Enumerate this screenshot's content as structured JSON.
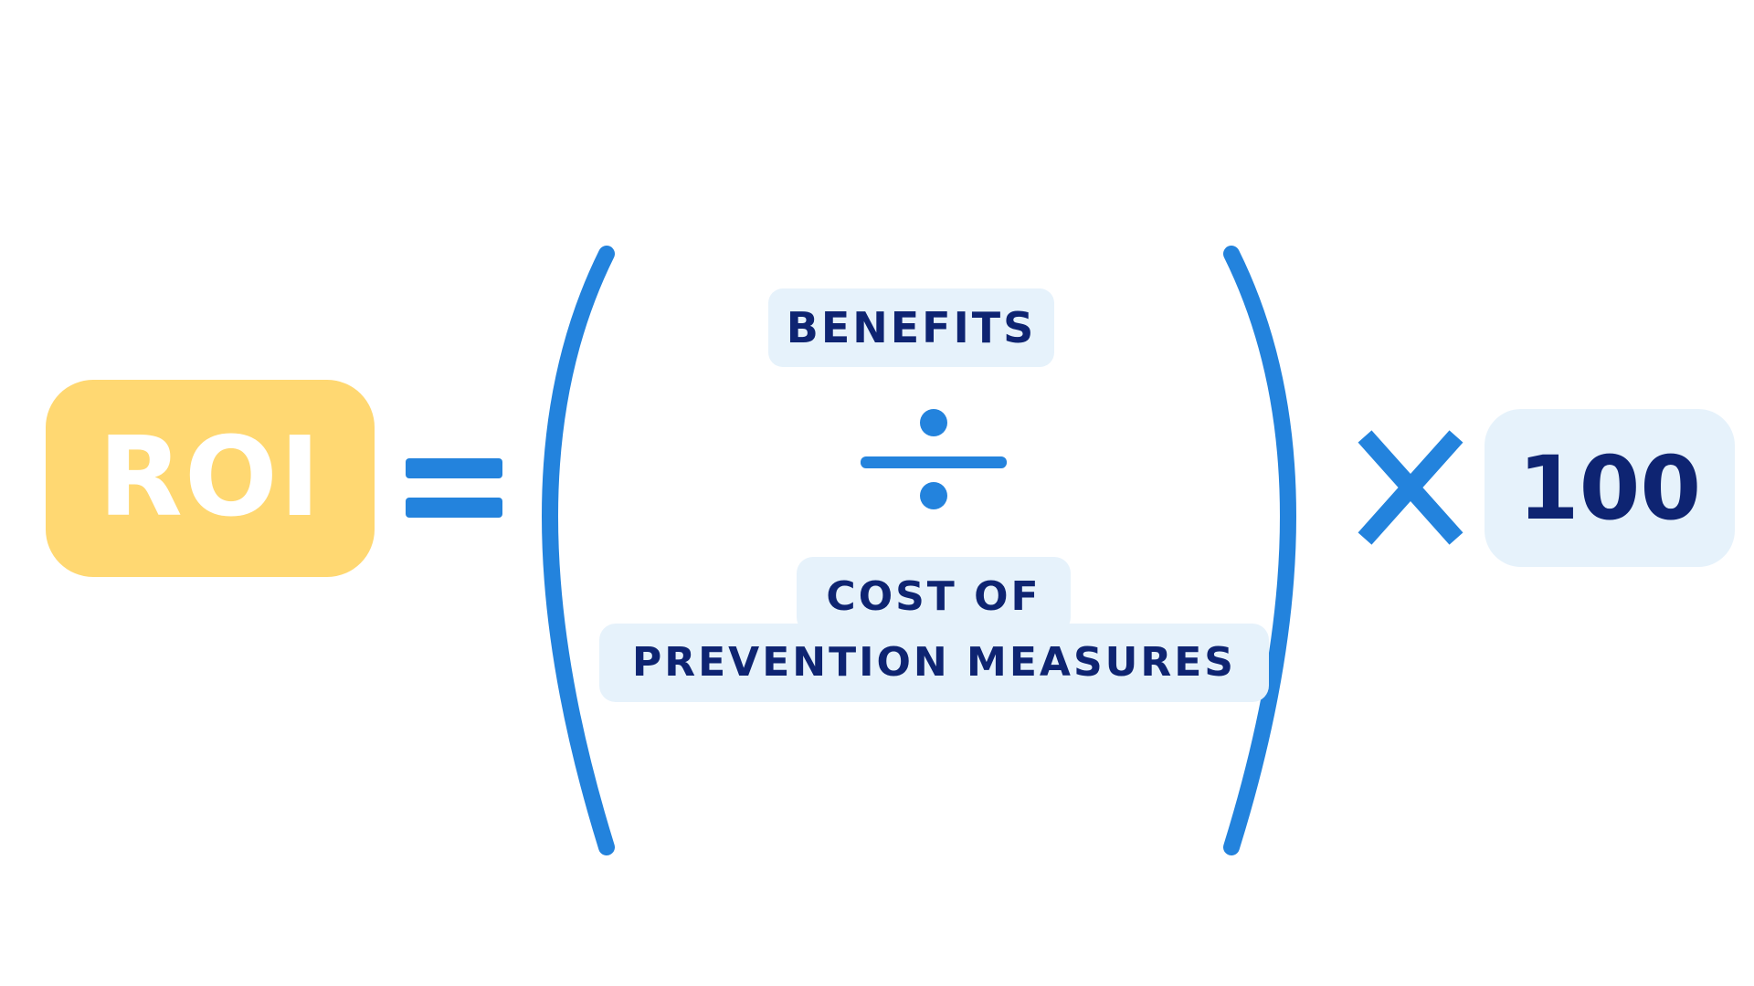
{
  "formula": {
    "lhs": "ROI",
    "numerator": "BENEFITS",
    "denominator_line1": "COST OF",
    "denominator_line2": "PREVENTION MEASURES",
    "multiplier": "100"
  },
  "colors": {
    "roi_box": "#FFD872",
    "accent_blue": "#2383DD",
    "label_bg": "#E6F2FB",
    "label_text": "#0E2472",
    "roi_text": "#FFFFFF"
  },
  "icons": {
    "equals": "equals-icon",
    "divide": "divide-icon",
    "times": "times-icon",
    "left_paren": "left-parenthesis",
    "right_paren": "right-parenthesis"
  }
}
